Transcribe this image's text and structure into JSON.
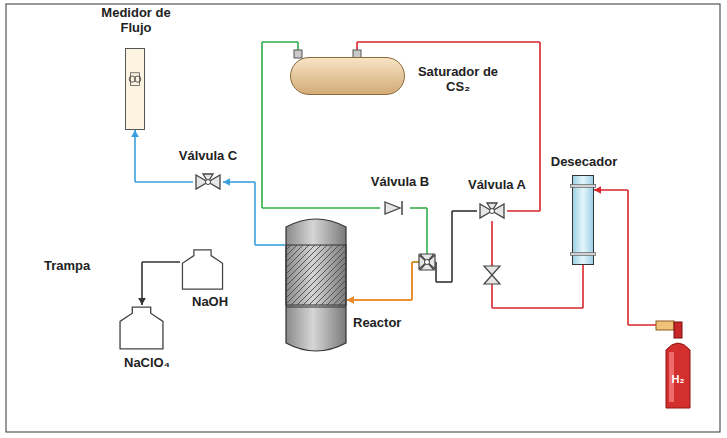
{
  "diagram": {
    "nodes": [
      {
        "text": [
          "Medidor de Flujo"
        ]
      },
      {
        "text": [
          "Saturador de CS₂"
        ]
      },
      {
        "text": [
          "Válvula C"
        ]
      },
      {
        "text": [
          "Válvula B"
        ]
      },
      {
        "text": [
          "Válvula A"
        ]
      },
      {
        "text": [
          "Desecador"
        ]
      },
      {
        "text": [
          "Reactor"
        ]
      },
      {
        "text": [
          "NaOH"
        ]
      },
      {
        "text": [
          "NaClO₄"
        ]
      },
      {
        "text": [
          "H₂"
        ]
      }
    ],
    "edges": [
      {
        "from": 9,
        "to": 5,
        "arrow": "to"
      },
      {
        "from": 5,
        "to": 4,
        "arrow": "none"
      },
      {
        "from": 4,
        "to": 1,
        "arrow": "to"
      },
      {
        "from": 1,
        "to": 3,
        "arrow": "none"
      },
      {
        "from": 3,
        "to": 6,
        "arrow": "to"
      },
      {
        "from": 4,
        "to": 6,
        "arrow": "to"
      },
      {
        "from": 6,
        "to": 2,
        "arrow": "to"
      },
      {
        "from": 2,
        "to": 0,
        "arrow": "to"
      },
      {
        "from": 7,
        "to": 8,
        "arrow": "to"
      }
    ],
    "labels": [
      "Trampa"
    ]
  }
}
